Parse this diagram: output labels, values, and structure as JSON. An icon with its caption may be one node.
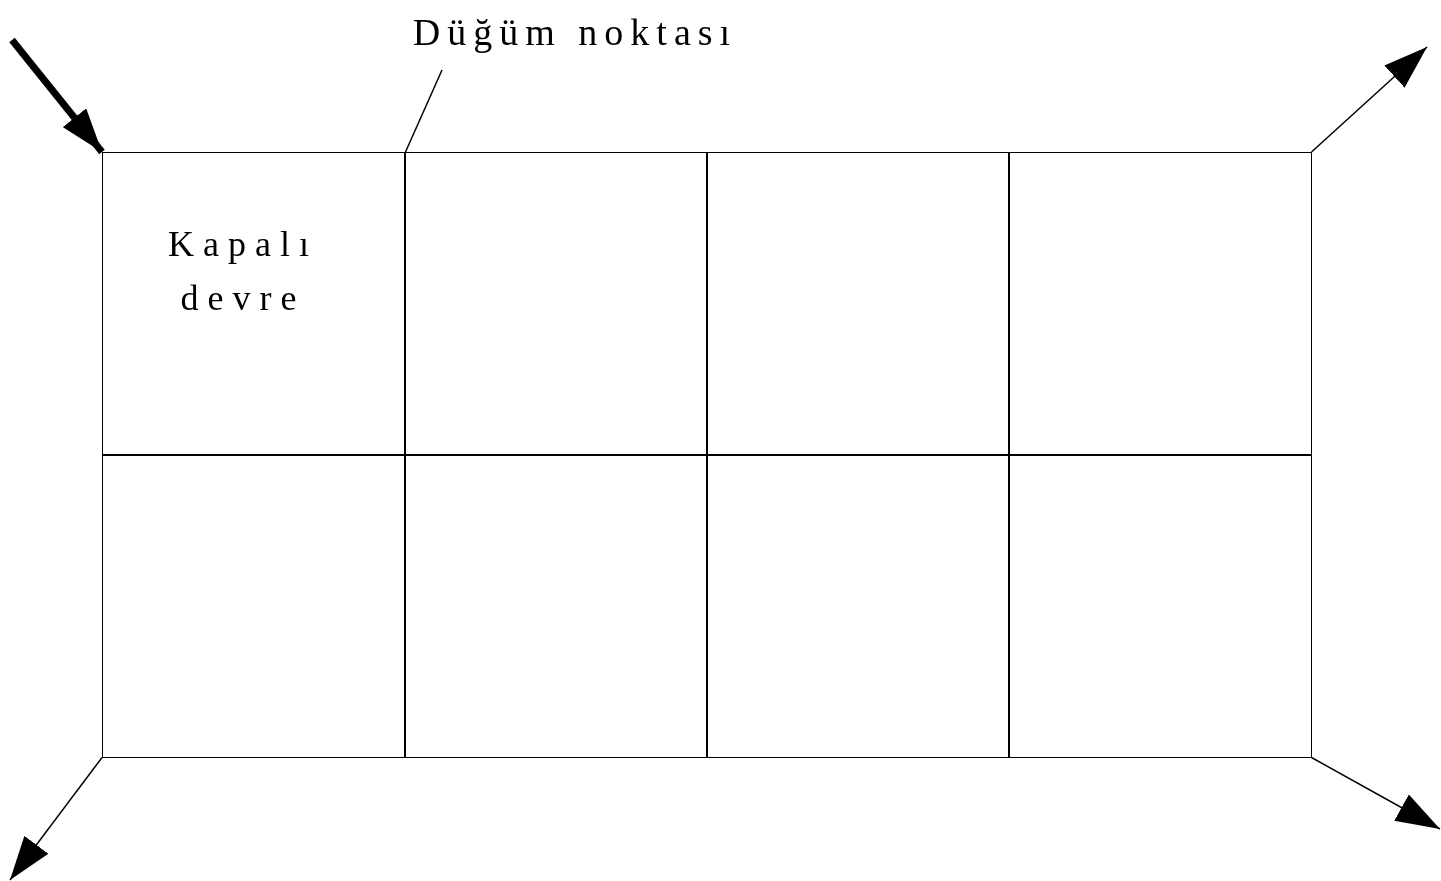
{
  "diagram": {
    "nodes": [
      {
        "text": [
          "Düğüm noktası"
        ]
      },
      {
        "text": [
          "Kapalı devre"
        ]
      },
      {
        "text": [],
        "shape": "box"
      },
      {
        "text": [],
        "shape": "box"
      },
      {
        "text": [],
        "shape": "box"
      },
      {
        "text": [],
        "shape": "box"
      },
      {
        "text": [],
        "shape": "box"
      },
      {
        "text": [],
        "shape": "box"
      },
      {
        "text": [],
        "shape": "box"
      }
    ],
    "edges": [
      {
        "from": null,
        "to": 1,
        "arrow": "to",
        "style": "thick"
      },
      {
        "from": 4,
        "to": null,
        "arrow": "to"
      },
      {
        "from": 5,
        "to": null,
        "arrow": "to"
      },
      {
        "from": 8,
        "to": null,
        "arrow": "to"
      },
      {
        "from": 0,
        "to": 1,
        "arrow": "none"
      }
    ]
  }
}
